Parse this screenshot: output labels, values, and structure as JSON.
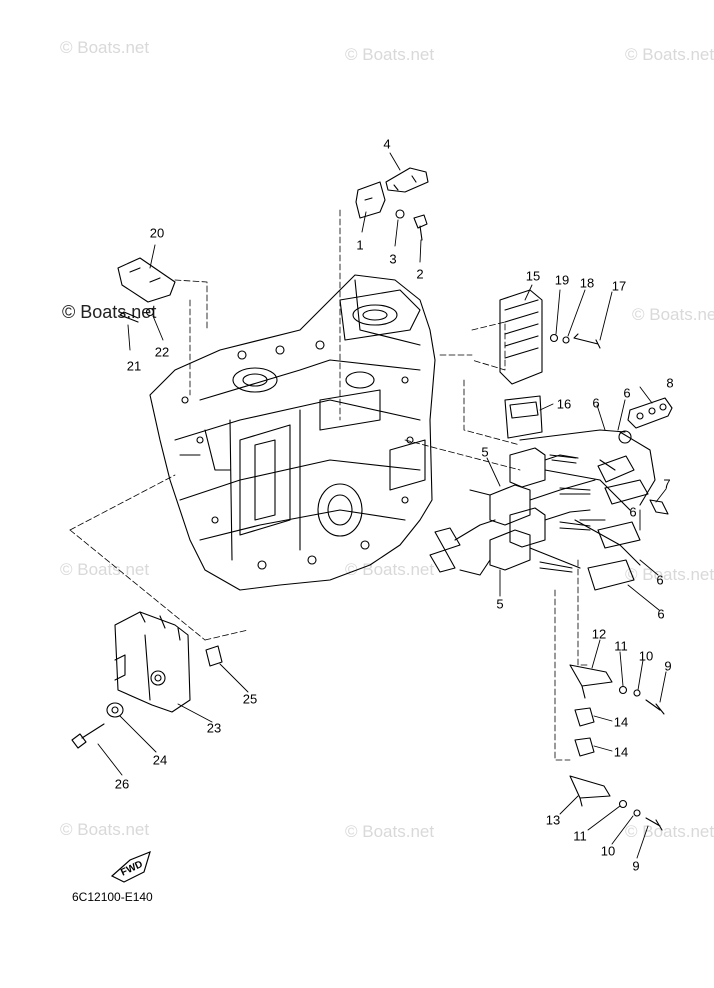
{
  "watermark": {
    "text": "© Boats.net"
  },
  "diagram_code": "6C12100-E140",
  "fwd_badge": "FWD",
  "callouts": {
    "c1": "1",
    "c2": "2",
    "c3": "3",
    "c4": "4",
    "c5a": "5",
    "c5b": "5",
    "c6a": "6",
    "c6b": "6",
    "c6c": "6",
    "c6d": "6",
    "c6e": "6",
    "c7": "7",
    "c8": "8",
    "c9a": "9",
    "c9b": "9",
    "c10a": "10",
    "c10b": "10",
    "c11a": "11",
    "c11b": "11",
    "c12": "12",
    "c13": "13",
    "c14a": "14",
    "c14b": "14",
    "c15": "15",
    "c16": "16",
    "c17": "17",
    "c18": "18",
    "c19": "19",
    "c20": "20",
    "c21": "21",
    "c22": "22",
    "c23": "23",
    "c24": "24",
    "c25": "25",
    "c26": "26"
  }
}
